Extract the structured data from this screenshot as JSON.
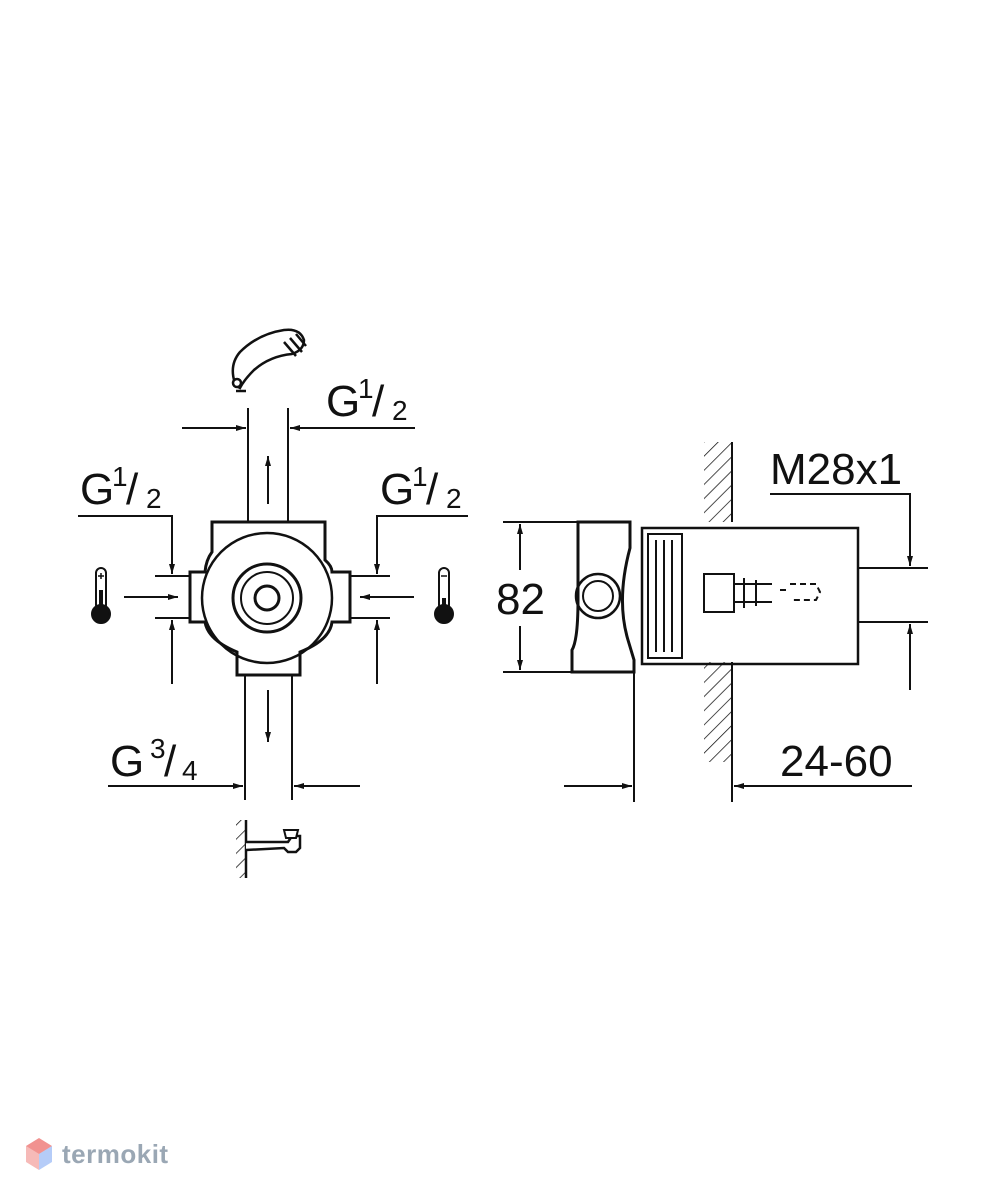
{
  "front_view": {
    "top_outlet": {
      "thread": "G",
      "num": "1",
      "den": "2"
    },
    "left_inlet": {
      "thread": "G",
      "num": "1",
      "den": "2"
    },
    "right_inlet": {
      "thread": "G",
      "num": "1",
      "den": "2"
    },
    "bottom_outlet": {
      "thread": "G",
      "num": "3",
      "den": "4"
    }
  },
  "side_view": {
    "height_dim": "82",
    "thread_dim": "M28x1",
    "depth_range": "24-60"
  },
  "watermark": {
    "text": "termokit"
  },
  "colors": {
    "line": "#111111",
    "watermark_accent": "#e53935",
    "watermark_blue": "#5b8def",
    "watermark_text": "#9aa7b4"
  }
}
